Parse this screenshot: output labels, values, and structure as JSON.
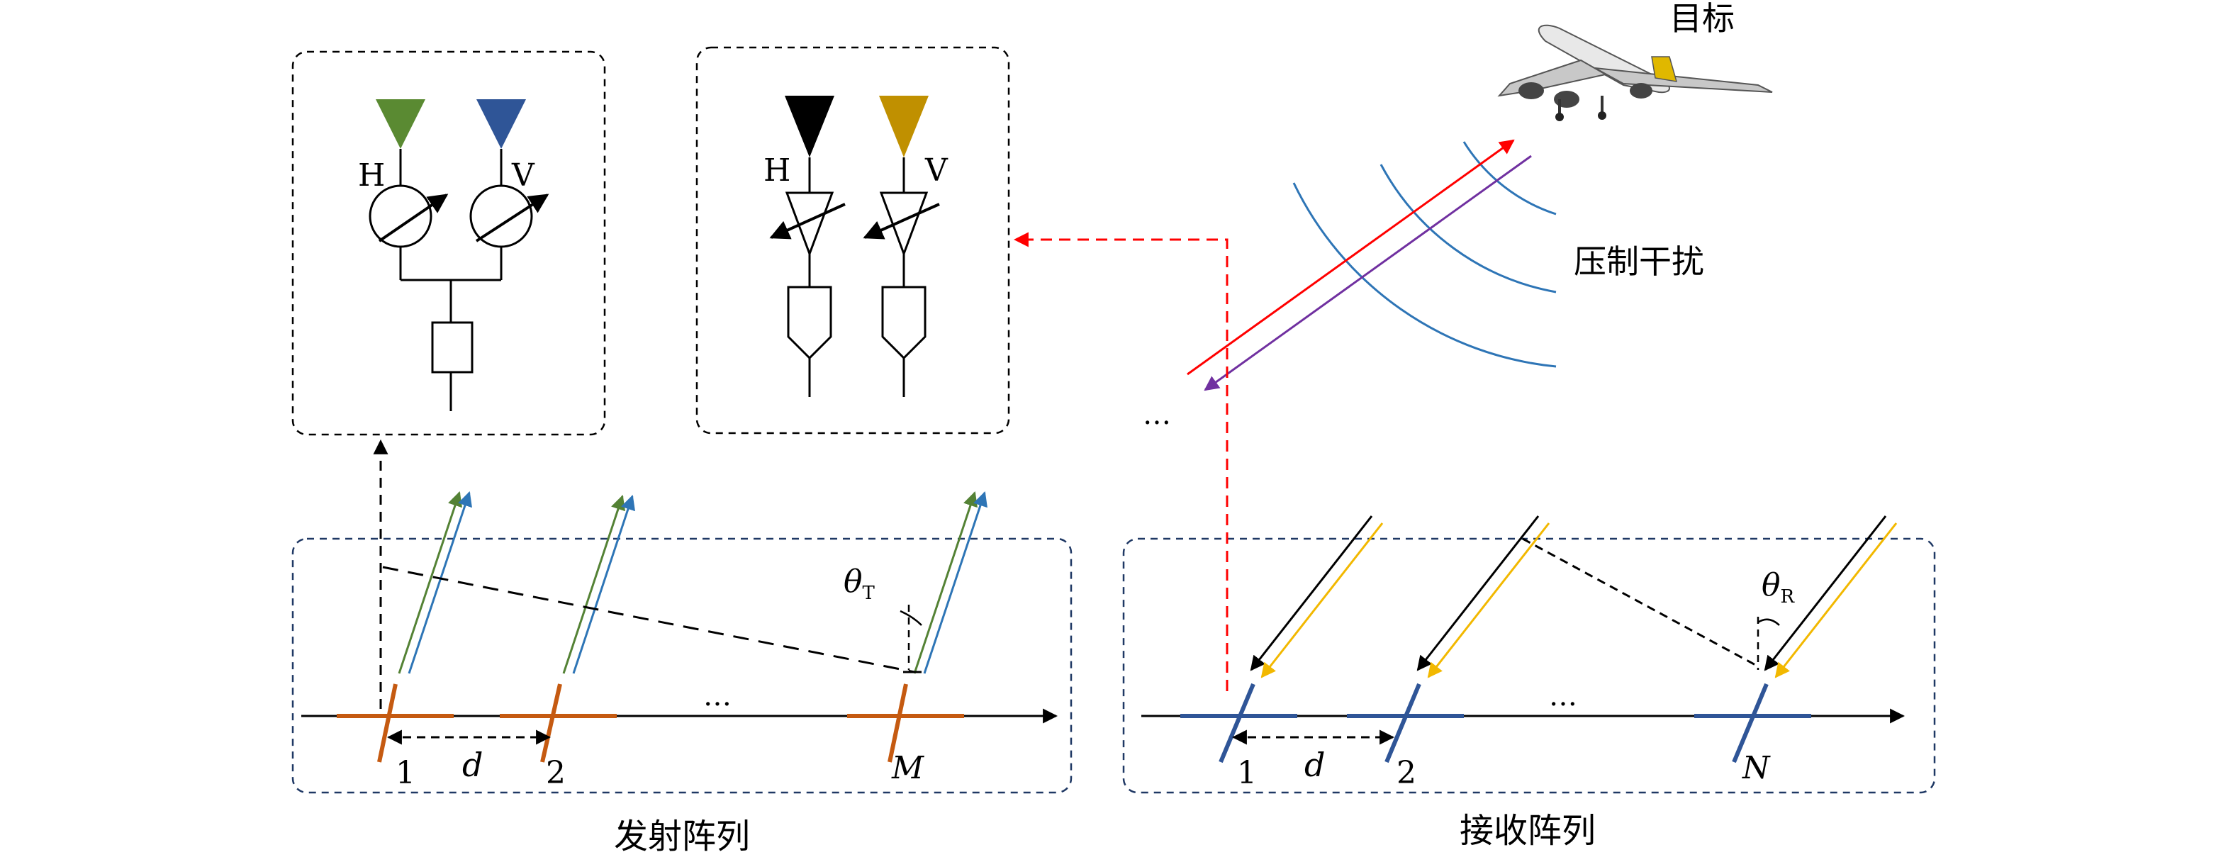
{
  "labels": {
    "target": "目标",
    "jamming": "压制干扰",
    "tx_array": "发射阵列",
    "rx_array": "接收阵列",
    "pol_h": "H",
    "pol_v": "V",
    "spacing": "d",
    "tx_elem_1": "1",
    "tx_elem_2": "2",
    "tx_elem_last": "M",
    "rx_elem_1": "1",
    "rx_elem_2": "2",
    "rx_elem_last": "N",
    "ellipsis": "…",
    "theta_symbol": "θ",
    "theta_t_sub": "T",
    "theta_r_sub": "R"
  },
  "colors": {
    "h_tx": "#5a8a32",
    "v_tx": "#2f5597",
    "h_rx": "#000000",
    "v_rx": "#c09000",
    "tx_element": "#c55a11",
    "rx_element": "#2f5597",
    "tx_ray_green": "#548235",
    "tx_ray_blue": "#2e75b6",
    "rx_ray_black": "#000000",
    "rx_ray_yellow": "#f2b800",
    "jam_arc": "#2e75b6",
    "tx_path": "#ff0000",
    "rx_path": "#7030a0",
    "dashed_red": "#ff0000"
  }
}
